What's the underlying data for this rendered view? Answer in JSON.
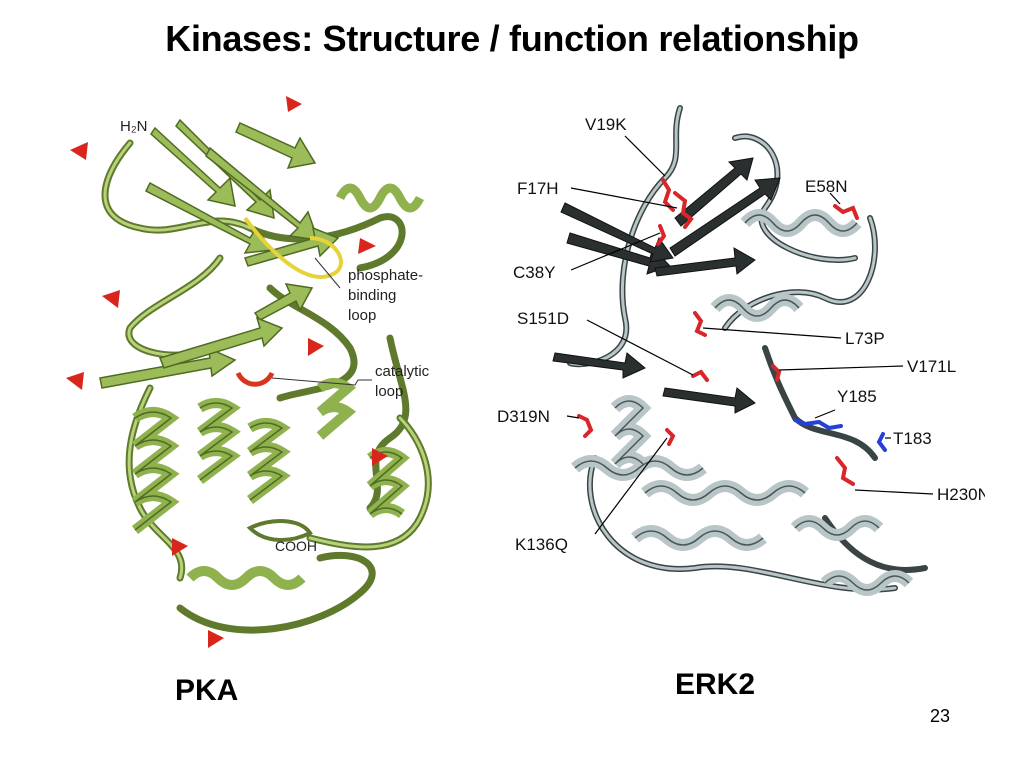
{
  "slide": {
    "title": "Kinases: Structure / function relationship",
    "page_number": "23"
  },
  "pka": {
    "caption": "PKA",
    "labels": {
      "n_terminus": "H₂N",
      "phosphate_loop": [
        "phosphate-",
        "binding",
        "loop"
      ],
      "catalytic_loop": [
        "catalytic",
        "loop"
      ],
      "c_terminus": "COOH"
    },
    "colors": {
      "ribbon": "#9cbc5a",
      "ribbon_dark": "#5f7a2c",
      "phosphate_loop": "#e8d23a",
      "catalytic_loop": "#d9341c",
      "markers": "#d9261c"
    }
  },
  "erk2": {
    "caption": "ERK2",
    "mutations": [
      "V19K",
      "F17H",
      "E58N",
      "C38Y",
      "S151D",
      "L73P",
      "V171L",
      "Y185",
      "D319N",
      "T183",
      "H230N",
      "K136Q"
    ],
    "colors": {
      "ribbon": "#b9c6c8",
      "ribbon_dark": "#3b4445",
      "sheet": "#2a2f30",
      "mutation_residue": "#d8262a",
      "phosphosite_residue": "#2540d8"
    }
  }
}
